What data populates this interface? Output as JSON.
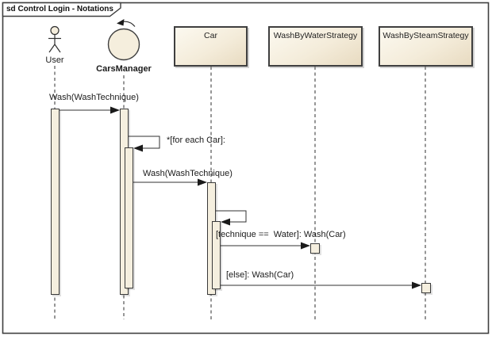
{
  "frame": {
    "title": "sd Control Login - Notations",
    "kind": "sequence-diagram-frame"
  },
  "lifelines": [
    {
      "label": "User",
      "kind": "actor"
    },
    {
      "label": "CarsManager",
      "kind": "control"
    },
    {
      "label": "Car",
      "kind": "object"
    },
    {
      "label": "WashByWaterStrategy",
      "kind": "object"
    },
    {
      "label": "WashBySteamStrategy",
      "kind": "object"
    }
  ],
  "messages": [
    {
      "label": "Wash(WashTechnique)",
      "from": "User",
      "to": "CarsManager",
      "type": "synchronous"
    },
    {
      "label": "*[for each Car]:",
      "from": "CarsManager",
      "to": "CarsManager",
      "type": "self"
    },
    {
      "label": "Wash(WashTechnique)",
      "from": "CarsManager",
      "to": "Car",
      "type": "synchronous"
    },
    {
      "label": "",
      "from": "Car",
      "to": "Car",
      "type": "self"
    },
    {
      "label": "[technique ==  Water]: Wash(Car)",
      "from": "Car",
      "to": "WashByWaterStrategy",
      "type": "synchronous"
    },
    {
      "label": "[else]: Wash(Car)",
      "from": "Car",
      "to": "WashBySteamStrategy",
      "type": "synchronous"
    }
  ],
  "colors": {
    "background": "#ffffff",
    "element_fill_light": "#fcf9f0",
    "element_fill_dark": "#e8dbc1",
    "activation_fill": "#f5efdf",
    "border": "#3f3f3f",
    "line": "#2f2f2f",
    "text": "#1b1b1b"
  }
}
